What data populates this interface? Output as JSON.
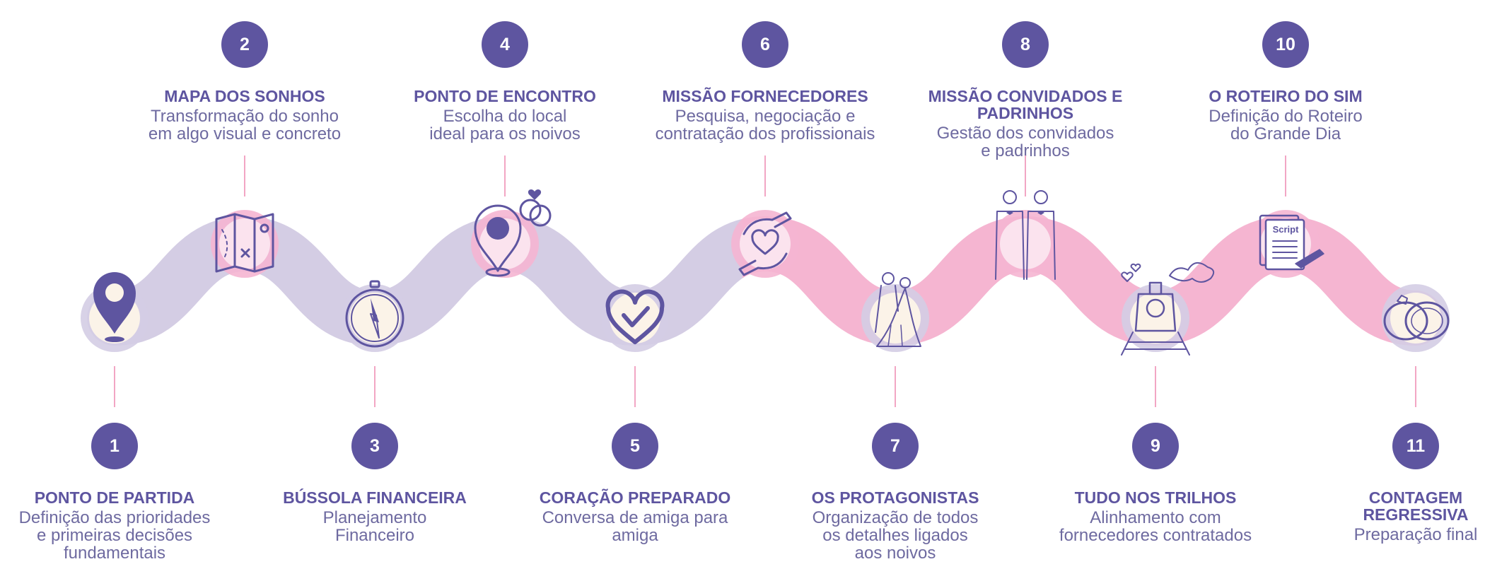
{
  "colors": {
    "primary": "#5e55a0",
    "text": "#6e6aa0",
    "lavender": "#d4cde4",
    "pink": "#f5b5d1",
    "connector": "#f2a6c4",
    "nodeFill": "#fbf3e8"
  },
  "steps": [
    {
      "number": "1",
      "title": "PONTO DE PARTIDA",
      "description": "Definição das prioridades\ne primeiras decisões\nfundamentais",
      "icon": "location-pin-icon"
    },
    {
      "number": "2",
      "title": "MAPA DOS SONHOS",
      "description": "Transformação do sonho\nem algo visual e concreto",
      "icon": "folded-map-icon"
    },
    {
      "number": "3",
      "title": "BÚSSOLA FINANCEIRA",
      "description": "Planejamento\nFinanceiro",
      "icon": "compass-icon"
    },
    {
      "number": "4",
      "title": "PONTO DE ENCONTRO",
      "description": "Escolha do local\nideal para os noivos",
      "icon": "pin-with-rings-icon"
    },
    {
      "number": "5",
      "title": "CORAÇÃO PREPARADO",
      "description": "Conversa de amiga para\namiga",
      "icon": "heart-check-icon"
    },
    {
      "number": "6",
      "title": "MISSÃO FORNECEDORES",
      "description": "Pesquisa, negociação e\ncontratação dos profissionais",
      "icon": "hands-heart-icon"
    },
    {
      "number": "7",
      "title": "OS PROTAGONISTAS",
      "description": "Organização de todos\nos detalhes ligados\naos noivos",
      "icon": "bride-groom-icon"
    },
    {
      "number": "8",
      "title": "MISSÃO CONVIDADOS E PADRINHOS",
      "description": "Gestão dos convidados\ne padrinhos",
      "icon": "groomsmen-icon"
    },
    {
      "number": "9",
      "title": "TUDO NOS TRILHOS",
      "description": "Alinhamento com\nfornecedores contratados",
      "icon": "train-icon"
    },
    {
      "number": "10",
      "title": "O ROTEIRO DO SIM",
      "description": "Definição do Roteiro\ndo Grande Dia",
      "icon": "script-document-icon"
    },
    {
      "number": "11",
      "title": "CONTAGEM REGRESSIVA",
      "description": "Preparação final",
      "icon": "wedding-rings-icon"
    }
  ],
  "script_label": "Script"
}
